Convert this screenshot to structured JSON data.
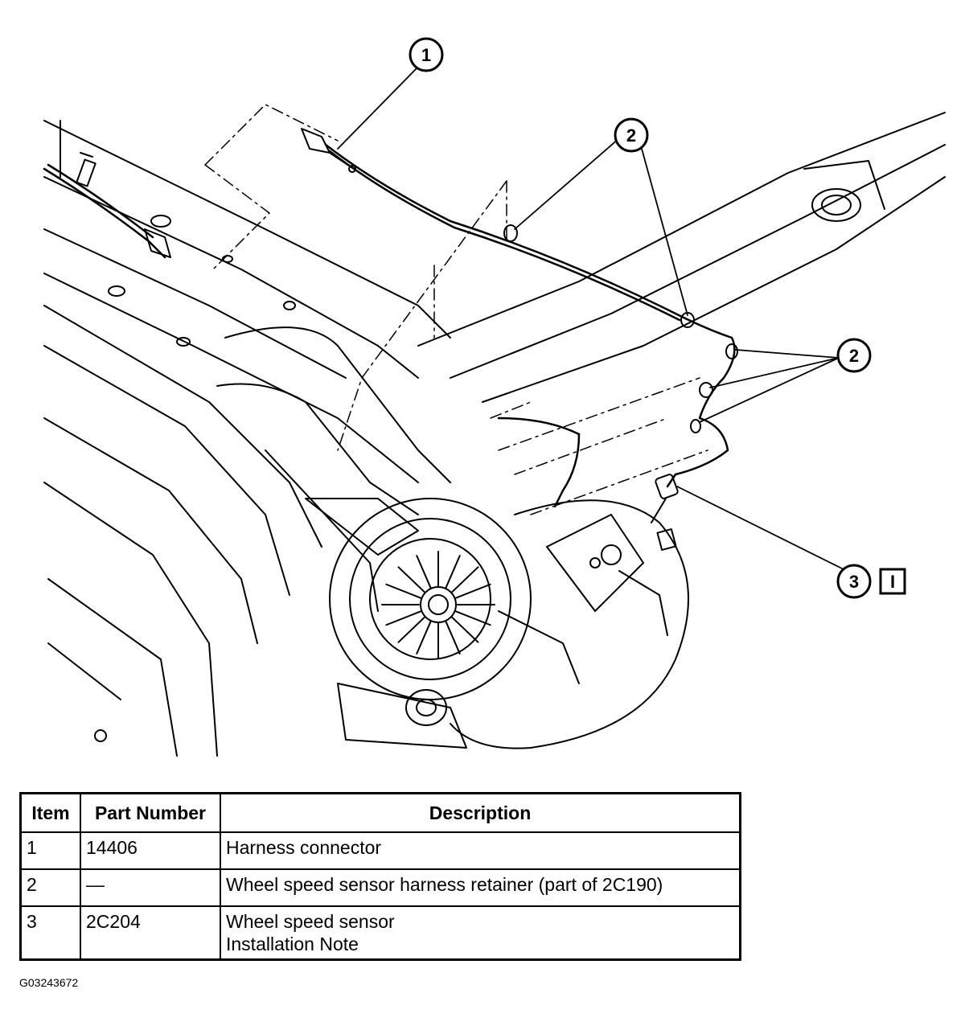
{
  "callouts": [
    {
      "label": "1"
    },
    {
      "label": "2"
    },
    {
      "label": "2"
    },
    {
      "label": "3"
    }
  ],
  "note_symbol": "I",
  "table": {
    "headers": [
      "Item",
      "Part Number",
      "Description"
    ],
    "rows": [
      {
        "item": "1",
        "part_number": "14406",
        "description": [
          "Harness connector"
        ]
      },
      {
        "item": "2",
        "part_number": "—",
        "description": [
          "Wheel speed sensor harness retainer (part of 2C190)"
        ]
      },
      {
        "item": "3",
        "part_number": "2C204",
        "description": [
          "Wheel speed sensor",
          "Installation Note"
        ]
      }
    ]
  },
  "figure_id": "G03243672"
}
